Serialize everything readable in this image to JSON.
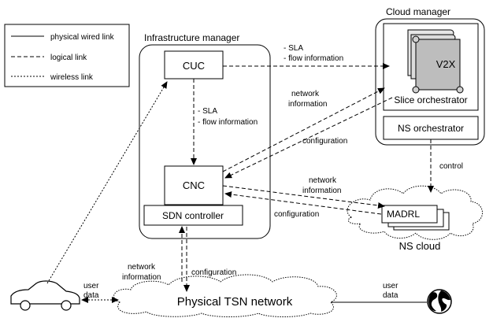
{
  "legend": {
    "physical": "physical wired link",
    "logical": "logical link",
    "wireless": "wireless link"
  },
  "infra": {
    "title": "Infrastructure manager",
    "cuc": "CUC",
    "cnc": "CNC",
    "sdn": "SDN controller"
  },
  "cloud_manager": {
    "title": "Cloud manager",
    "v2x": "V2X",
    "slice": "Slice orchestrator",
    "ns": "NS orchestrator"
  },
  "ns_cloud": {
    "madrl": "MADRL",
    "label": "NS cloud"
  },
  "tsn": {
    "label": "Physical TSN network"
  },
  "links": {
    "sla_top": "- SLA",
    "flow_top": "- flow information",
    "sla_mid": "- SLA",
    "flow_mid": "- flow information",
    "net_info_1": "network",
    "net_info_2": "information",
    "configuration": "configuration",
    "control": "control",
    "user": "user",
    "data": "data"
  }
}
